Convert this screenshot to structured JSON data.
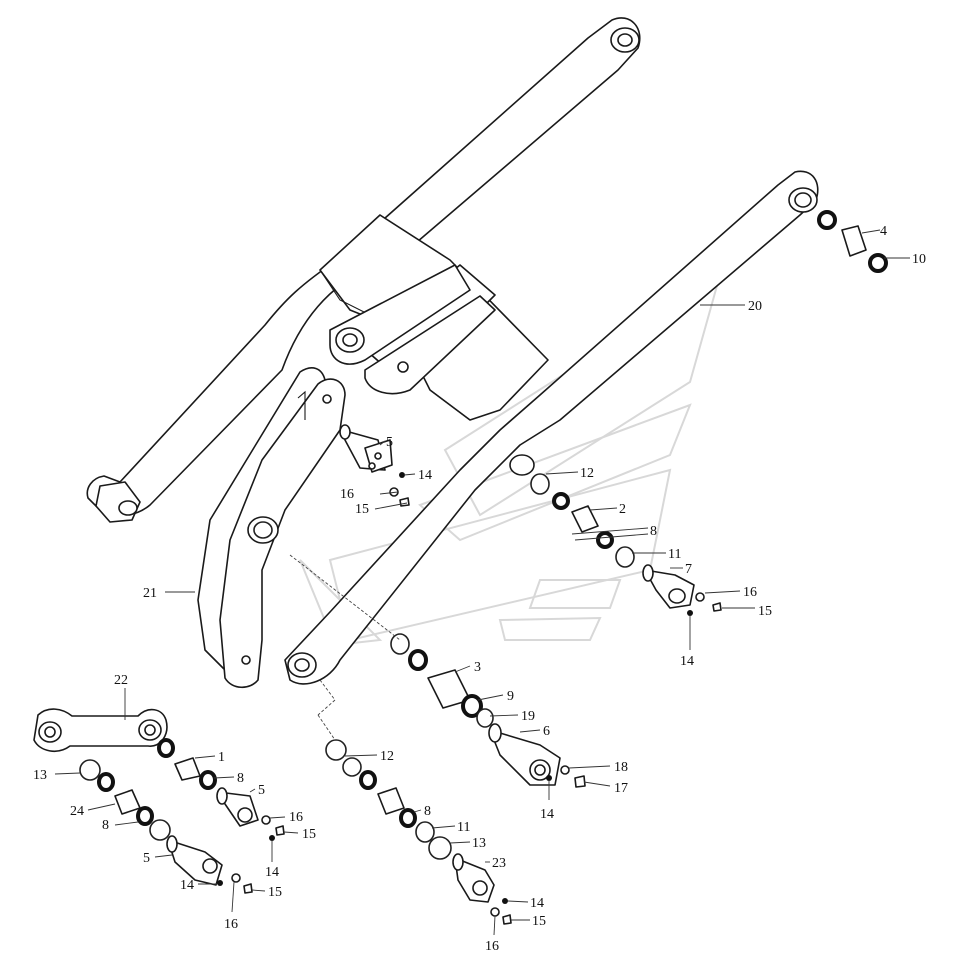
{
  "callouts": [
    {
      "id": "c4",
      "text": "4"
    },
    {
      "id": "c10",
      "text": "10"
    },
    {
      "id": "c20",
      "text": "20"
    },
    {
      "id": "c5a",
      "text": "5"
    },
    {
      "id": "c14a",
      "text": "14"
    },
    {
      "id": "c16a",
      "text": "16"
    },
    {
      "id": "c15a",
      "text": "15"
    },
    {
      "id": "c12a",
      "text": "12"
    },
    {
      "id": "c2",
      "text": "2"
    },
    {
      "id": "c8a",
      "text": "8"
    },
    {
      "id": "c11a",
      "text": "11"
    },
    {
      "id": "c7",
      "text": "7"
    },
    {
      "id": "c16b",
      "text": "16"
    },
    {
      "id": "c15b",
      "text": "15"
    },
    {
      "id": "c14b",
      "text": "14"
    },
    {
      "id": "c21",
      "text": "21"
    },
    {
      "id": "c3",
      "text": "3"
    },
    {
      "id": "c9",
      "text": "9"
    },
    {
      "id": "c19",
      "text": "19"
    },
    {
      "id": "c6",
      "text": "6"
    },
    {
      "id": "c18",
      "text": "18"
    },
    {
      "id": "c17",
      "text": "17"
    },
    {
      "id": "c14c",
      "text": "14"
    },
    {
      "id": "c22",
      "text": "22"
    },
    {
      "id": "c1",
      "text": "1"
    },
    {
      "id": "c13a",
      "text": "13"
    },
    {
      "id": "c8b",
      "text": "8"
    },
    {
      "id": "c5b",
      "text": "5"
    },
    {
      "id": "c24",
      "text": "24"
    },
    {
      "id": "c8c",
      "text": "8"
    },
    {
      "id": "c16c",
      "text": "16"
    },
    {
      "id": "c15c",
      "text": "15"
    },
    {
      "id": "c14d",
      "text": "14"
    },
    {
      "id": "c5c",
      "text": "5"
    },
    {
      "id": "c14e",
      "text": "14"
    },
    {
      "id": "c15d",
      "text": "15"
    },
    {
      "id": "c16d",
      "text": "16"
    },
    {
      "id": "c12b",
      "text": "12"
    },
    {
      "id": "c8d",
      "text": "8"
    },
    {
      "id": "c11b",
      "text": "11"
    },
    {
      "id": "c13b",
      "text": "13"
    },
    {
      "id": "c23",
      "text": "23"
    },
    {
      "id": "c14f",
      "text": "14"
    },
    {
      "id": "c15e",
      "text": "15"
    },
    {
      "id": "c16e",
      "text": "16"
    }
  ]
}
